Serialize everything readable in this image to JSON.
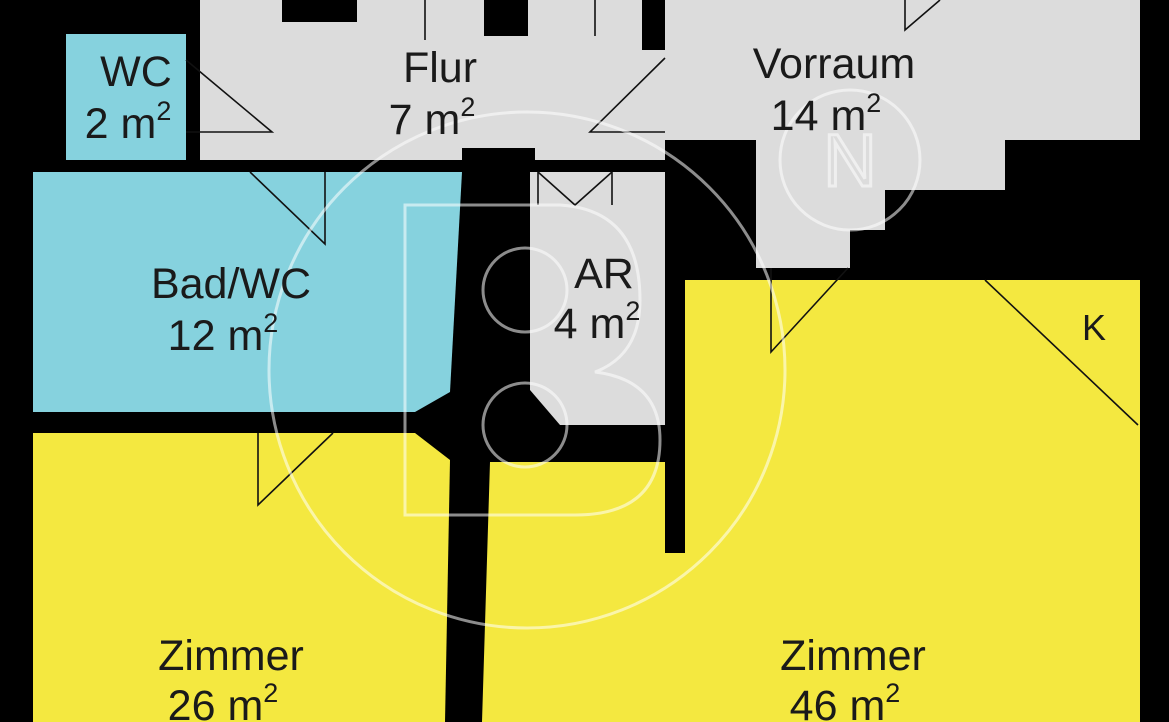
{
  "colors": {
    "wall": "#000000",
    "living": "#f4e840",
    "wet": "#86d2de",
    "service": "#dcdcdc",
    "text": "#1a1a1a"
  },
  "rooms": {
    "wc": {
      "name": "WC",
      "area": "2 m",
      "sup": "2"
    },
    "flur": {
      "name": "Flur",
      "area": "7 m",
      "sup": "2"
    },
    "vorraum": {
      "name": "Vorraum",
      "area": "14 m",
      "sup": "2"
    },
    "bad": {
      "name": "Bad/WC",
      "area": "12 m",
      "sup": "2"
    },
    "ar": {
      "name": "AR",
      "area": "4 m",
      "sup": "2"
    },
    "zimmer_left": {
      "name": "Zimmer",
      "area": "26 m",
      "sup": "2"
    },
    "zimmer_right": {
      "name": "Zimmer",
      "area": "46 m",
      "sup": "2"
    }
  },
  "kitchen_marker": "K",
  "compass_letter": "N"
}
